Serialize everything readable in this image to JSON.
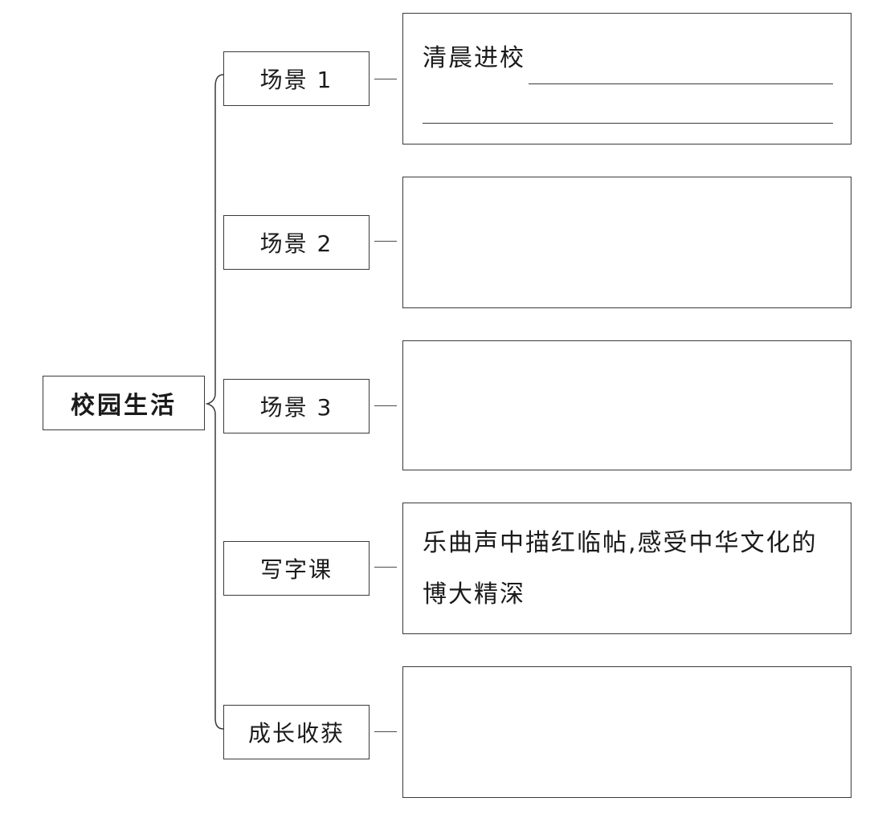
{
  "root": {
    "label": "校园生活"
  },
  "branches": [
    {
      "label": "场景 1",
      "content_prefix": "清晨进校",
      "content": ""
    },
    {
      "label": "场景 2",
      "content": ""
    },
    {
      "label": "场景 3",
      "content": ""
    },
    {
      "label": "写字课",
      "content": "乐曲声中描红临帖,感受中华文化的博大精深"
    },
    {
      "label": "成长收获",
      "content": ""
    }
  ]
}
